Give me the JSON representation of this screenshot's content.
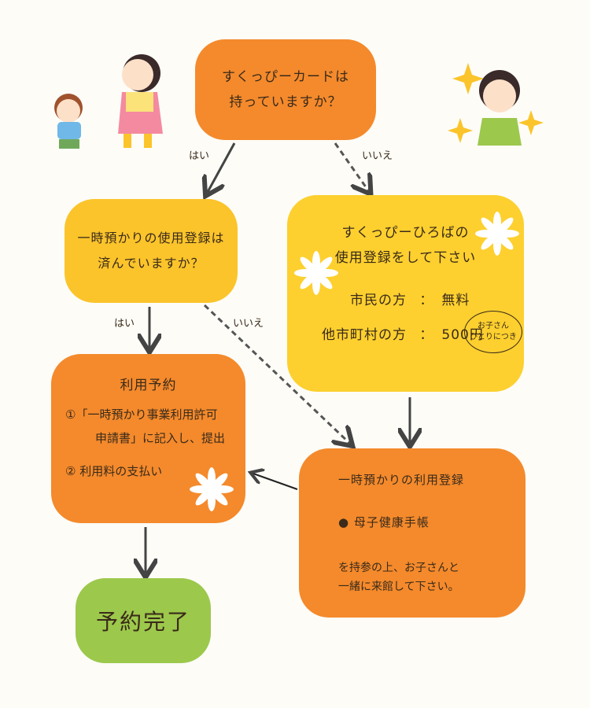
{
  "q1": {
    "lines": [
      "すくっぴーカードは",
      "持っていますか？"
    ]
  },
  "q1_yes": "はい",
  "q1_no": "いいえ",
  "q2": {
    "lines": [
      "一時預かりの使用登録は",
      "済んでいますか？"
    ]
  },
  "q2_yes": "はい",
  "q2_no": "いいえ",
  "register_hiroba": {
    "lines": [
      "すくっぴーひろばの",
      "使用登録をして下さい"
    ],
    "fees": [
      {
        "who": "市民の方",
        "sep": "：",
        "fee": "無料"
      },
      {
        "who": "他市町村の方",
        "sep": "：",
        "fee": "500円"
      }
    ],
    "bubble": [
      "お子さん",
      "ひとりにつき"
    ]
  },
  "reservation": {
    "title": "利用予約",
    "step1_num": "①",
    "step1": [
      "「一時預かり事業利用許可",
      "申請書」に記入し、提出"
    ],
    "step2_num": "②",
    "step2": "利用料の支払い"
  },
  "temp_register": {
    "title": "一時預かりの利用登録",
    "item": "● 母子健康手帳",
    "note": [
      "を持参の上、お子さんと",
      "一緒に来館して下さい。"
    ]
  },
  "done": "予約完了",
  "colors": {
    "orange": "#f48a2c",
    "yellow": "#fbc42b",
    "green": "#9cc84c"
  }
}
